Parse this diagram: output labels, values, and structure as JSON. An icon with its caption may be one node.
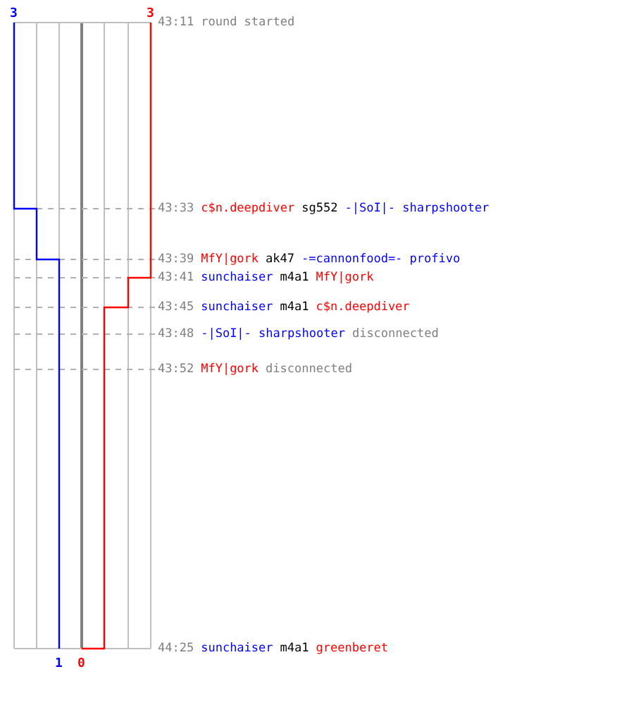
{
  "diagram": {
    "labels": [
      "3",
      "3",
      "43:11",
      "round started",
      "43:33",
      "c$n.deepdiver",
      "sg552",
      "-|SoI|- sharpshooter",
      "43:39",
      "MfY|gork",
      "ak47",
      "-=cannonfood=- profivo",
      "43:41",
      "sunchaiser",
      "m4a1",
      "MfY|gork",
      "43:45",
      "sunchaiser",
      "m4a1",
      "c$n.deepdiver",
      "43:48",
      "-|SoI|- sharpshooter",
      "disconnected",
      "43:52",
      "MfY|gork",
      "disconnected",
      "44:25",
      "sunchaiser",
      "m4a1",
      "greenberet",
      "1",
      "0"
    ]
  }
}
